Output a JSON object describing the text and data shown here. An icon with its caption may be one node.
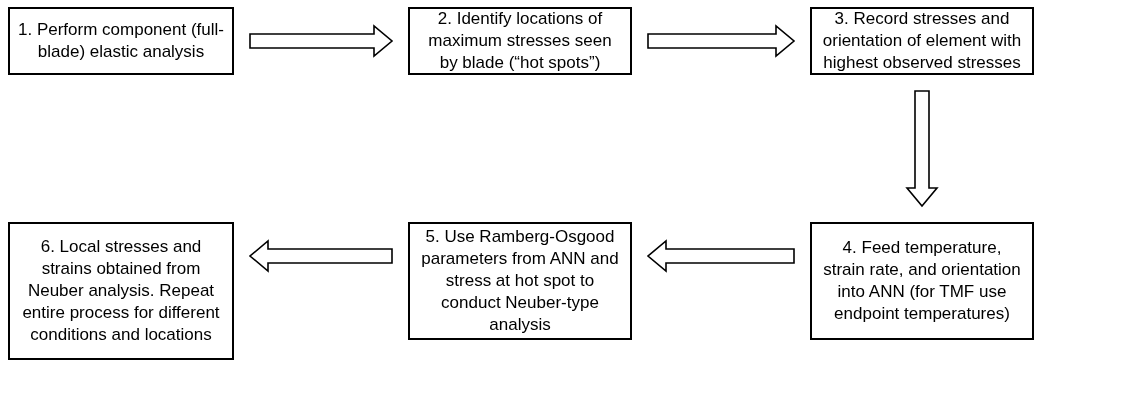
{
  "diagram": {
    "nodes": [
      {
        "text": [
          "1. Perform component (full-blade) elastic analysis"
        ]
      },
      {
        "text": [
          "2. Identify locations of maximum stresses seen by blade (“hot spots”)"
        ]
      },
      {
        "text": [
          "3. Record stresses and orientation of element with highest observed stresses"
        ]
      },
      {
        "text": [
          "4. Feed temperature, strain rate, and orientation into ANN (for TMF use endpoint temperatures)"
        ]
      },
      {
        "text": [
          "5. Use Ramberg-Osgood parameters from ANN and stress at hot spot to conduct Neuber-type analysis"
        ]
      },
      {
        "text": [
          "6. Local stresses and strains obtained from Neuber analysis. Repeat entire process for different conditions and locations"
        ]
      }
    ],
    "edges": [
      {
        "from": 0,
        "to": 1,
        "arrow": "to"
      },
      {
        "from": 1,
        "to": 2,
        "arrow": "to"
      },
      {
        "from": 2,
        "to": 3,
        "arrow": "to"
      },
      {
        "from": 3,
        "to": 4,
        "arrow": "to"
      },
      {
        "from": 4,
        "to": 5,
        "arrow": "to"
      }
    ]
  }
}
